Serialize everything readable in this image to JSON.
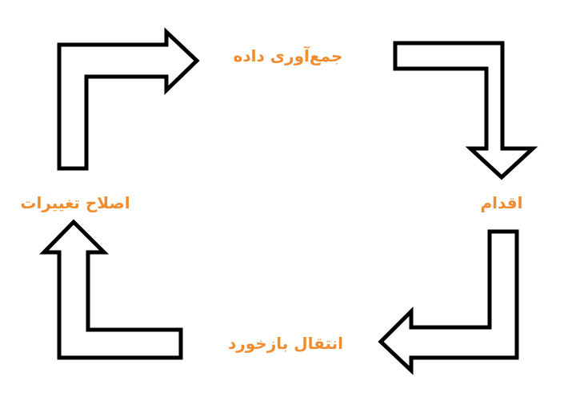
{
  "colors": {
    "label": "#f08c2e",
    "arrow_stroke": "#000000",
    "arrow_fill": "#ffffff",
    "background": "#ffffff"
  },
  "cycle": {
    "steps": [
      {
        "id": "collect",
        "label": "جمع‌آوری داده"
      },
      {
        "id": "action",
        "label": "اقدام"
      },
      {
        "id": "feedback",
        "label": "انتقال بازخورد"
      },
      {
        "id": "fix",
        "label": "اصلاح تغییرات"
      }
    ]
  }
}
